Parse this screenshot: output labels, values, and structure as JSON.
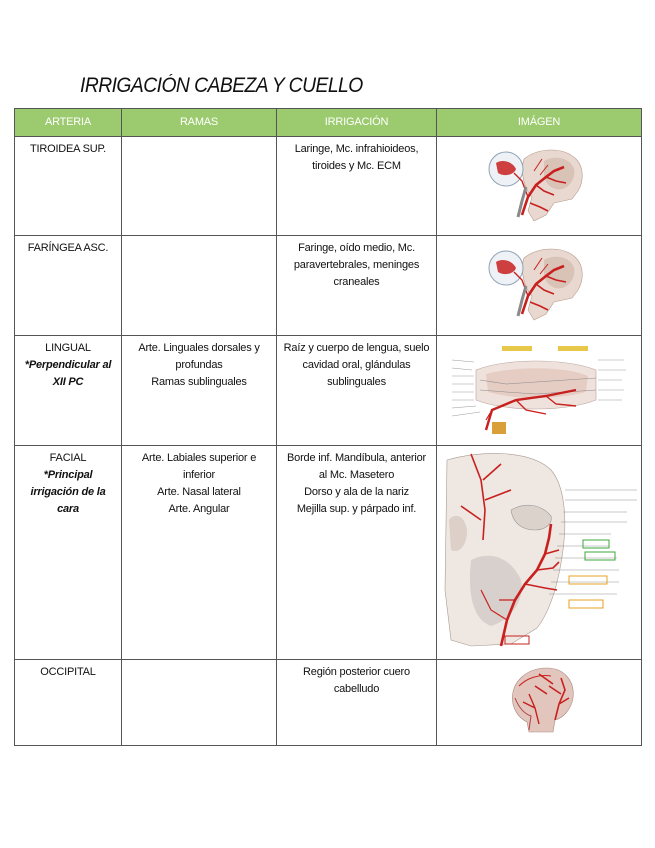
{
  "title": "IRRIGACIÓN CABEZA Y CUELLO",
  "headers": [
    "ARTERIA",
    "RAMAS",
    "IRRIGACIÓN",
    "IMÁGEN"
  ],
  "colors": {
    "header_bg": "#9ccb6f",
    "artery_red": "#c8201e",
    "border": "#555555"
  },
  "rows": [
    {
      "arteria": "TIROIDEA SUP.",
      "note": [],
      "ramas": [],
      "irrigacion": [
        "Laringe, Mc. infrahioideos,",
        "tiroides y Mc. ECM"
      ],
      "image": "neck-arteries-illustration"
    },
    {
      "arteria": "FARÍNGEA ASC.",
      "note": [],
      "ramas": [],
      "irrigacion": [
        "Faringe, oído medio, Mc.",
        "paravertebrales, meninges",
        "craneales"
      ],
      "image": "neck-arteries-illustration"
    },
    {
      "arteria": "LINGUAL",
      "note": [
        "*Perpendicular al",
        "XII PC"
      ],
      "ramas": [
        "Arte. Linguales dorsales y",
        "profundas",
        "Ramas sublinguales"
      ],
      "irrigacion": [
        "Raíz y cuerpo de lengua, suelo",
        "cavidad oral, glándulas",
        "sublinguales"
      ],
      "image": "lingual-artery-diagram"
    },
    {
      "arteria": "FACIAL",
      "note": [
        "*Principal",
        "irrigación de la",
        "cara"
      ],
      "ramas": [
        "Arte. Labiales superior e",
        "inferior",
        "Arte. Nasal lateral",
        "Arte. Angular"
      ],
      "irrigacion": [
        "Borde inf. Mandíbula, anterior",
        "al Mc. Masetero",
        "Dorso y ala de la nariz",
        "Mejilla sup. y párpado inf."
      ],
      "image": "facial-artery-illustration"
    },
    {
      "arteria": "OCCIPITAL",
      "note": [],
      "ramas": [],
      "irrigacion": [
        "Región posterior cuero",
        "cabelludo"
      ],
      "image": "head-occipital-artery-illustration"
    }
  ]
}
